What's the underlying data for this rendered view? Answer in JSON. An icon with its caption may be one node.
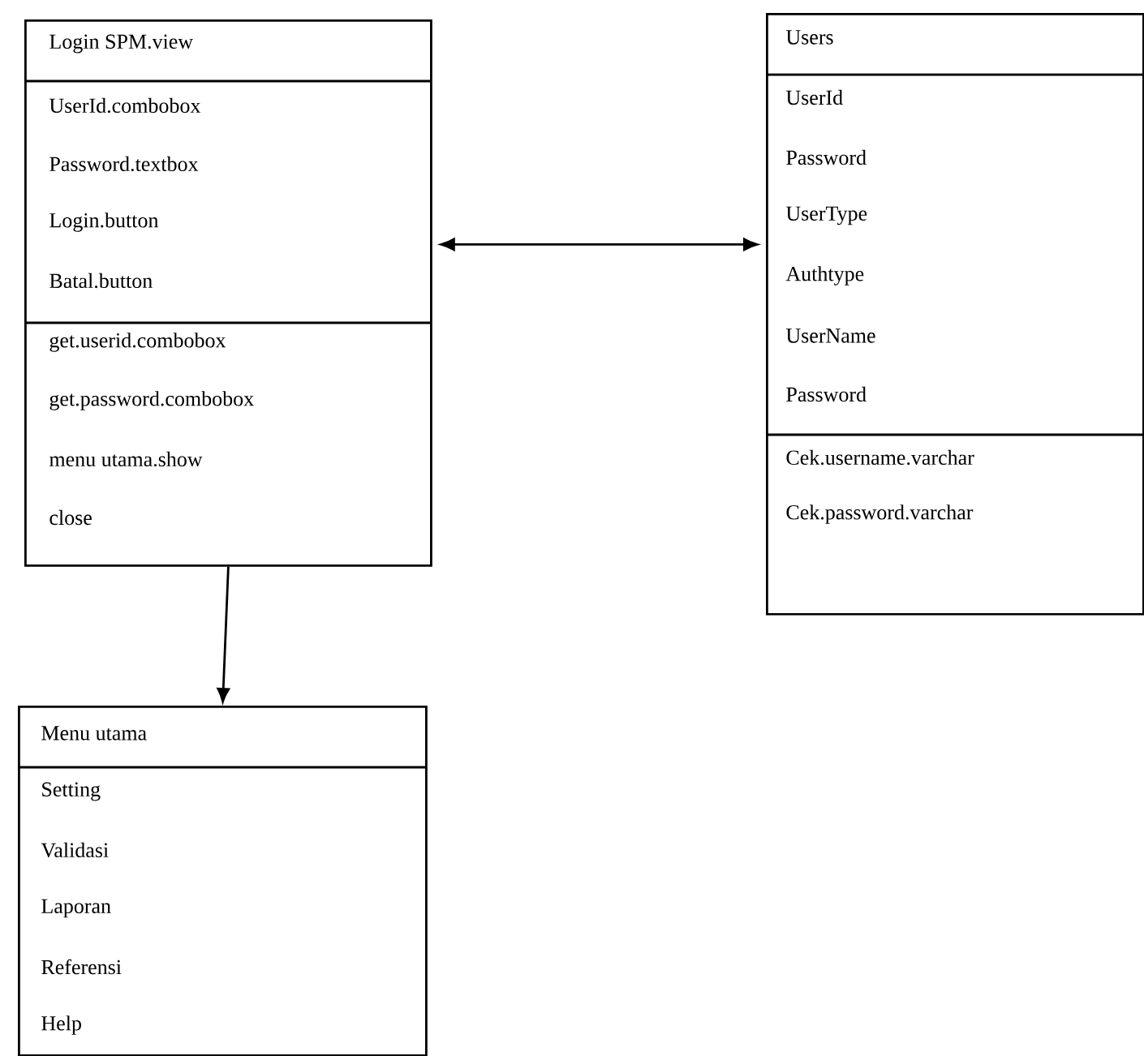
{
  "diagram": {
    "nodes": [
      {
        "text": [
          "Login SPM.view",
          "UserId.combobox",
          "Password.textbox",
          "Login.button",
          "Batal.button",
          "get.userid.combobox",
          "get.password.combobox",
          "menu utama.show",
          "close"
        ]
      },
      {
        "text": [
          "Users",
          "UserId",
          "Password",
          "UserType",
          "Authtype",
          "UserName",
          "Password",
          "Cek.username.varchar",
          "Cek.password.varchar"
        ]
      },
      {
        "text": [
          "Menu utama",
          "Setting",
          "Validasi",
          "Laporan",
          "Referensi",
          "Help"
        ]
      }
    ],
    "edges": [
      {
        "from": 0,
        "to": 1,
        "arrow": "both"
      },
      {
        "from": 0,
        "to": 2,
        "arrow": "to"
      }
    ]
  }
}
